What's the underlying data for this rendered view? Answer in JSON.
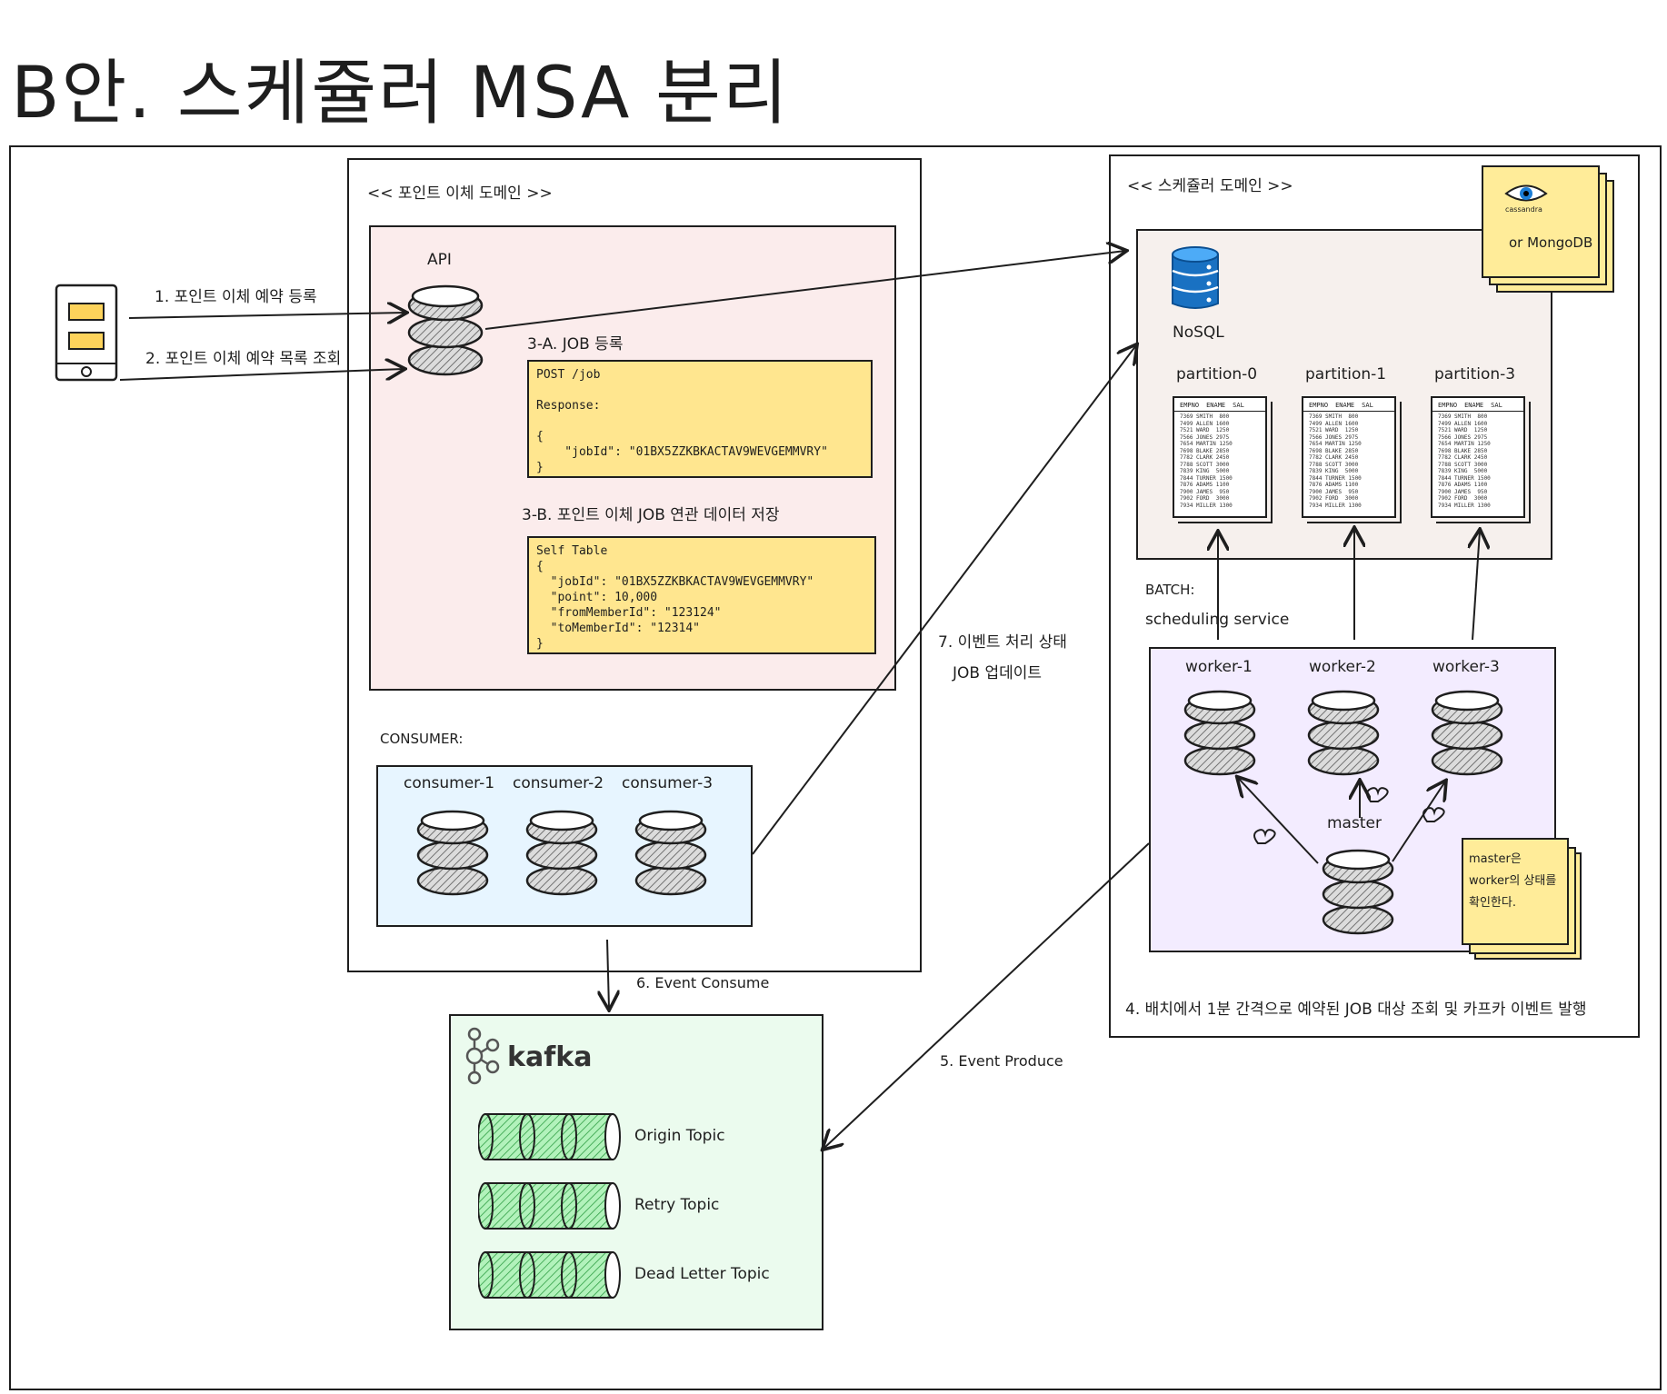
{
  "title": "B안. 스케쥴러 MSA 분리",
  "point_domain": {
    "label": "<< 포인트 이체 도메인 >>",
    "api_label": "API",
    "step_3a": "3-A. JOB 등록",
    "code_3a": "POST /job\n\nResponse:\n\n{\n    \"jobId\": \"01BX5ZZKBKACTAV9WEVGEMMVRY\"\n}",
    "step_3b": "3-B. 포인트 이체 JOB 연관 데이터 저장",
    "code_3b": "Self Table\n{\n  \"jobId\": \"01BX5ZZKBKACTAV9WEVGEMMVRY\"\n  \"point\": 10,000\n  \"fromMemberId\": \"123124\"\n  \"toMemberId\": \"12314\"\n}",
    "consumer_label": "CONSUMER:",
    "consumers": [
      "consumer-1",
      "consumer-2",
      "consumer-3"
    ]
  },
  "client": {
    "step_1": "1. 포인트 이체 예약 등록",
    "step_2": "2. 포인트 이체 예약 목록 조회"
  },
  "scheduler_domain": {
    "label": "<< 스케쥴러 도메인 >>",
    "logo_text": "cassandra",
    "or_mongo": "or MongoDB",
    "nosql_label": "NoSQL",
    "partitions": [
      "partition-0",
      "partition-1",
      "partition-3"
    ],
    "table_headers": [
      "EMPNO",
      "ENAME",
      "SAL"
    ],
    "batch_label": "BATCH:",
    "scheduling_label": "scheduling service",
    "workers": [
      "worker-1",
      "worker-2",
      "worker-3"
    ],
    "master_label": "master",
    "master_note": "master은\nworker의 상태를\n확인한다.",
    "step_4": "4. 배치에서 1분 간격으로 예약된 JOB 대상 조회 및 카프카 이벤트 발행"
  },
  "flows": {
    "step_5": "5. Event Produce",
    "step_6": "6. Event Consume",
    "step_7a": "7. 이벤트 처리 상태",
    "step_7b": "JOB 업데이트"
  },
  "kafka": {
    "logo_text": "kafka",
    "topics": [
      "Origin Topic",
      "Retry Topic",
      "Dead Letter Topic"
    ]
  },
  "colors": {
    "api_area": "#fbecec",
    "note_yellow": "#ffe68f",
    "consumer_area": "#e7f5ff",
    "scheduler_area": "#f6f0ed",
    "worker_area": "#f3ecff",
    "kafka_area": "#ebfbee",
    "nosql_blue": "#1971c2",
    "topic_green": "#40c057"
  }
}
